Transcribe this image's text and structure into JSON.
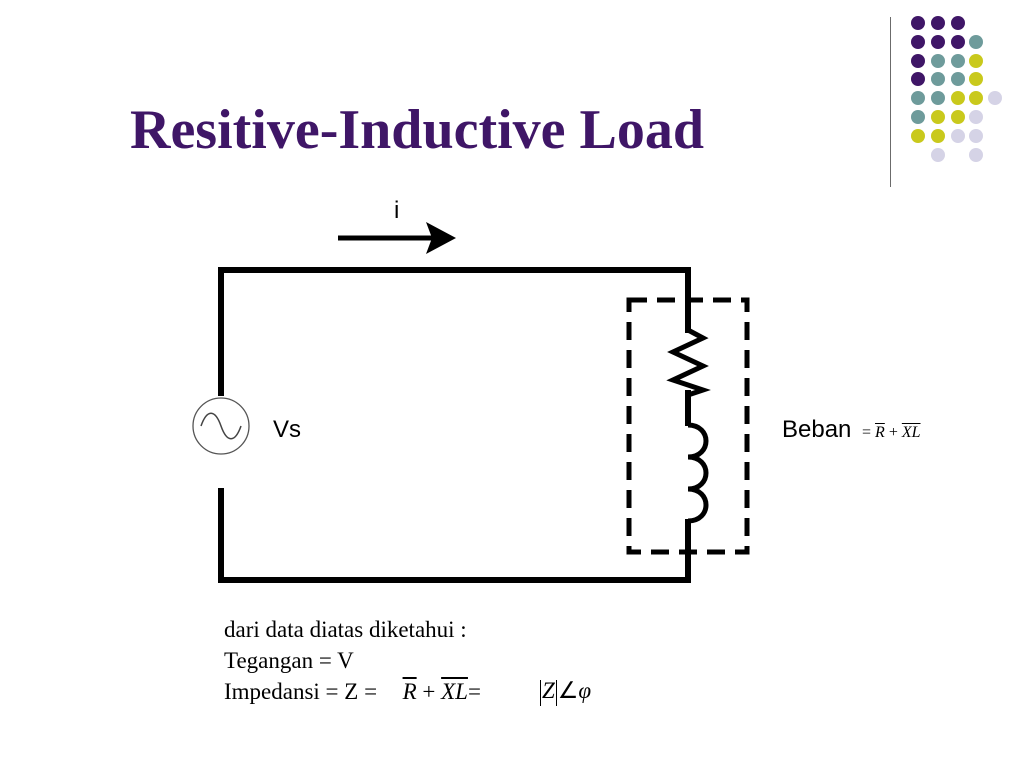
{
  "slide": {
    "title": "Resitive-Inductive Load"
  },
  "diagram": {
    "current_label": "i",
    "source_label": "Vs",
    "load_label": "Beban",
    "load_formula": {
      "eq": "=",
      "r": "R",
      "plus": "+",
      "xl": "XL"
    }
  },
  "notes": {
    "line1": "dari data diatas diketahui :",
    "line2": "Tegangan = V",
    "line3_prefix": "Impedansi = Z =",
    "line3_r": "R",
    "line3_plus": "+",
    "line3_xl": "XL",
    "line3_eq": "=",
    "line3_z": "Z",
    "line3_angle": "∠",
    "line3_phi": "φ"
  },
  "colors": {
    "title": "#3f1667",
    "dot_purple": "#3f1667",
    "dot_teal": "#6e9b9b",
    "dot_yellow": "#c9c91c",
    "dot_lavender": "#d5d3e6",
    "wire": "#000000"
  }
}
